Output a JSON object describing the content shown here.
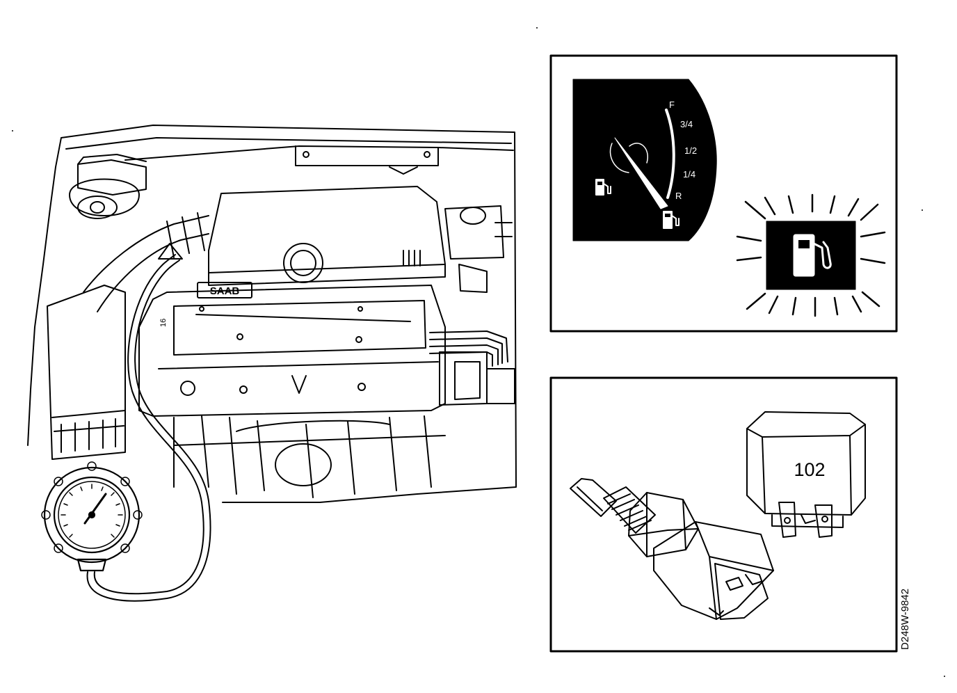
{
  "engine": {
    "badge": "SAAB",
    "cover_mark": "16"
  },
  "fuel_gauge": {
    "scale_labels": [
      "F",
      "3/4",
      "1/2",
      "1/4",
      "R"
    ],
    "needle_position": "R"
  },
  "relay": {
    "number": "102"
  },
  "figure_code": "D248W-9842"
}
